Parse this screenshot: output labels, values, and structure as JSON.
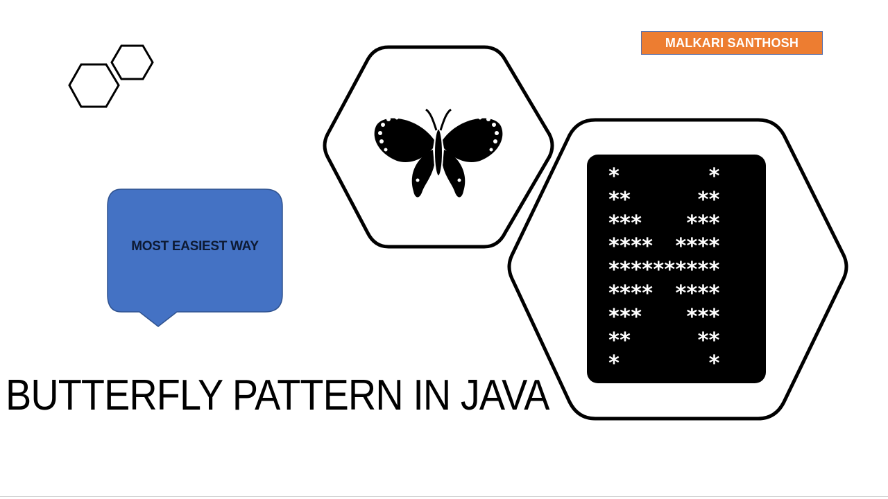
{
  "slide": {
    "author": "MALKARI SANTHOSH",
    "callout": "MOST EASIEST WAY",
    "title": "BUTTERFLY PATTERN IN JAVA",
    "icons": {
      "decoration": "hexagon-pair-icon",
      "butterfly": "butterfly-icon"
    },
    "colors": {
      "badge_background": "#ed7d31",
      "callout_background": "#4472c4",
      "console_background": "#000000"
    },
    "pattern_output": [
      "*        *",
      "**      **",
      "***    ***",
      "****  ****",
      "**********",
      "****  ****",
      "***    ***",
      "**      **",
      "*        *"
    ]
  }
}
